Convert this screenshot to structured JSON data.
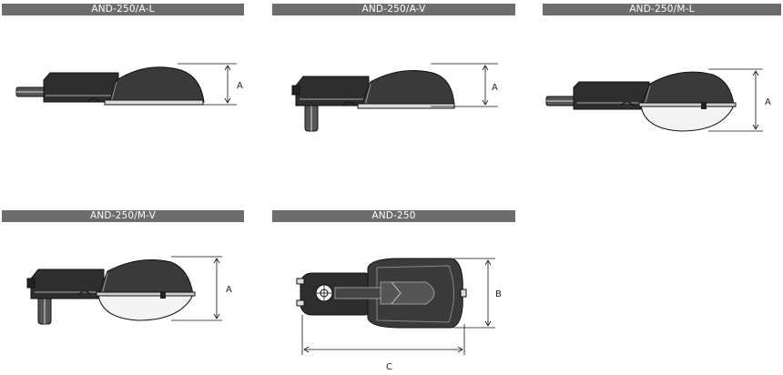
{
  "panels": [
    {
      "title": "AND-250/A-L",
      "dim": "A"
    },
    {
      "title": "AND-250/A-V",
      "dim": "A"
    },
    {
      "title": "AND-250/M-L",
      "dim": "A"
    },
    {
      "title": "AND-250/M-V",
      "dim": "A"
    },
    {
      "title": "AND-250",
      "dim_b": "B",
      "dim_c": "C"
    }
  ]
}
